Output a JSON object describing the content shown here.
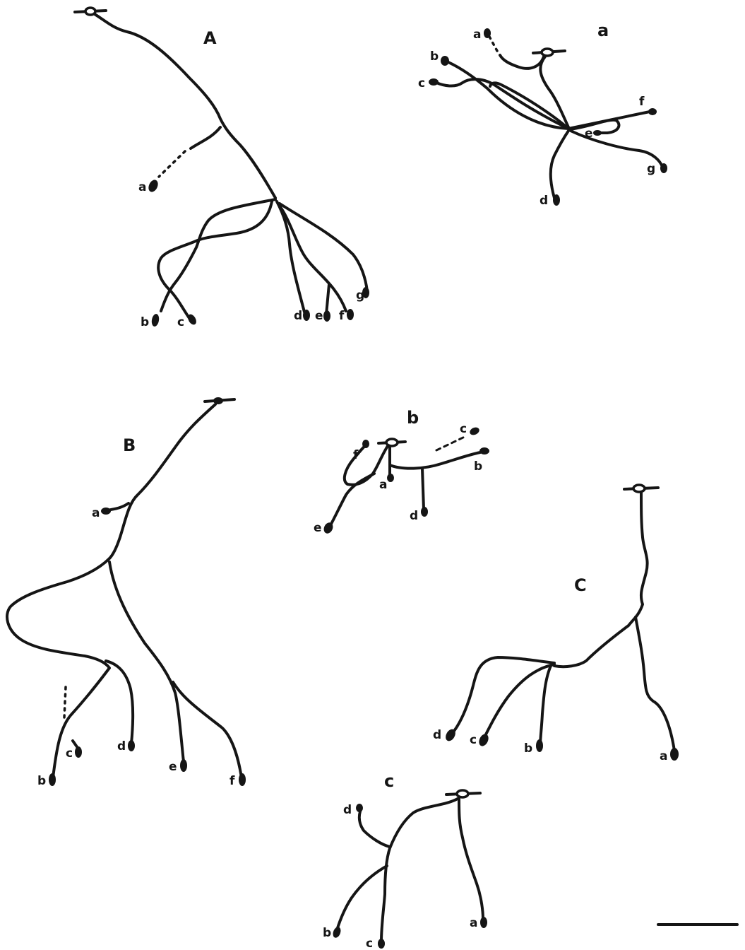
{
  "panels": {
    "A": {
      "label": "A",
      "terminals": {
        "a": "a",
        "b": "b",
        "c": "c",
        "d": "d",
        "e": "e",
        "f": "f",
        "g": "g"
      }
    },
    "a": {
      "label": "a",
      "terminals": {
        "a": "a",
        "b": "b",
        "c": "c",
        "d": "d",
        "e": "e",
        "f": "f",
        "g": "g"
      }
    },
    "B": {
      "label": "B",
      "terminals": {
        "a": "a",
        "b": "b",
        "c": "c",
        "d": "d",
        "e": "e",
        "f": "f"
      }
    },
    "b": {
      "label": "b",
      "terminals": {
        "a": "a",
        "b": "b",
        "c": "c",
        "d": "d",
        "e": "e",
        "f": "f"
      }
    },
    "C": {
      "label": "C",
      "terminals": {
        "a": "a",
        "b": "b",
        "c": "c",
        "d": "d"
      }
    },
    "c": {
      "label": "c",
      "terminals": {
        "a": "a",
        "b": "b",
        "c": "c",
        "d": "d"
      }
    }
  },
  "colors": {
    "ink": "#151515",
    "background": "#ffffff"
  }
}
